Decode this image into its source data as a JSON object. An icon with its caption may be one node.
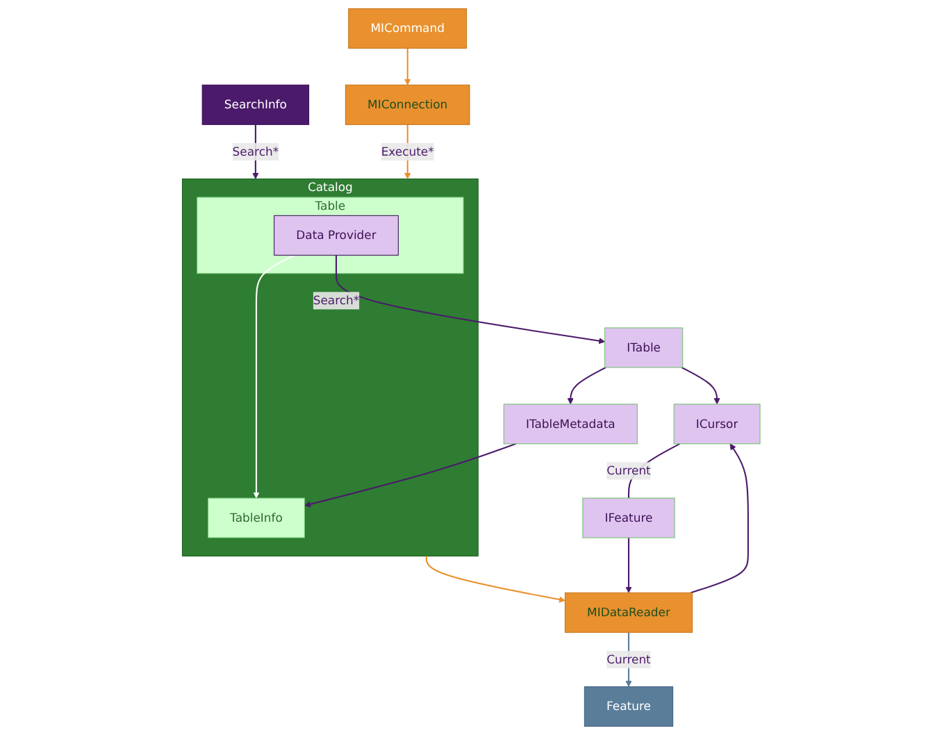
{
  "diagram": {
    "nodes": [
      {
        "text": [
          "MICommand"
        ]
      },
      {
        "text": [
          "SearchInfo"
        ]
      },
      {
        "text": [
          "MIConnection"
        ]
      },
      {
        "text": [
          "Feature"
        ]
      },
      {
        "text": [
          "MIDataReader"
        ]
      },
      {
        "text": [
          "Catalog"
        ]
      },
      {
        "text": [
          "Table"
        ],
        "in": 5
      },
      {
        "text": [
          "Data Provider"
        ],
        "in": 6
      },
      {
        "text": [
          "TableInfo"
        ],
        "in": 5
      },
      {
        "text": [
          "ITableMetadata"
        ]
      },
      {
        "text": [
          "IFeature"
        ]
      },
      {
        "text": [
          "ITable"
        ]
      },
      {
        "text": [
          "ICursor"
        ]
      }
    ],
    "edges": [
      {
        "from": 0,
        "to": 2,
        "arrow": "to",
        "color": "#e8912e"
      },
      {
        "from": 1,
        "to": 5,
        "arrow": "to",
        "label": "Search*"
      },
      {
        "from": 2,
        "to": 5,
        "arrow": "to",
        "label": "Execute*",
        "color": "#e8912e"
      },
      {
        "from": 5,
        "to": 4,
        "arrow": "to",
        "color": "#e8912e"
      },
      {
        "from": 4,
        "to": 3,
        "arrow": "to",
        "label": "Current",
        "color": "#5a7d9a"
      },
      {
        "from": 7,
        "to": 8,
        "arrow": "to",
        "color": "#ffffff"
      },
      {
        "from": 7,
        "to": 11,
        "arrow": "to",
        "label": "Search*"
      },
      {
        "from": 11,
        "to": 9,
        "arrow": "to"
      },
      {
        "from": 9,
        "to": 8,
        "arrow": "to"
      },
      {
        "from": 11,
        "to": 12,
        "arrow": "to"
      },
      {
        "from": 4,
        "to": 12,
        "arrow": "to"
      },
      {
        "from": 12,
        "to": 10,
        "arrow": "none",
        "label": "Current"
      },
      {
        "from": 10,
        "to": 4,
        "arrow": "to"
      }
    ]
  }
}
